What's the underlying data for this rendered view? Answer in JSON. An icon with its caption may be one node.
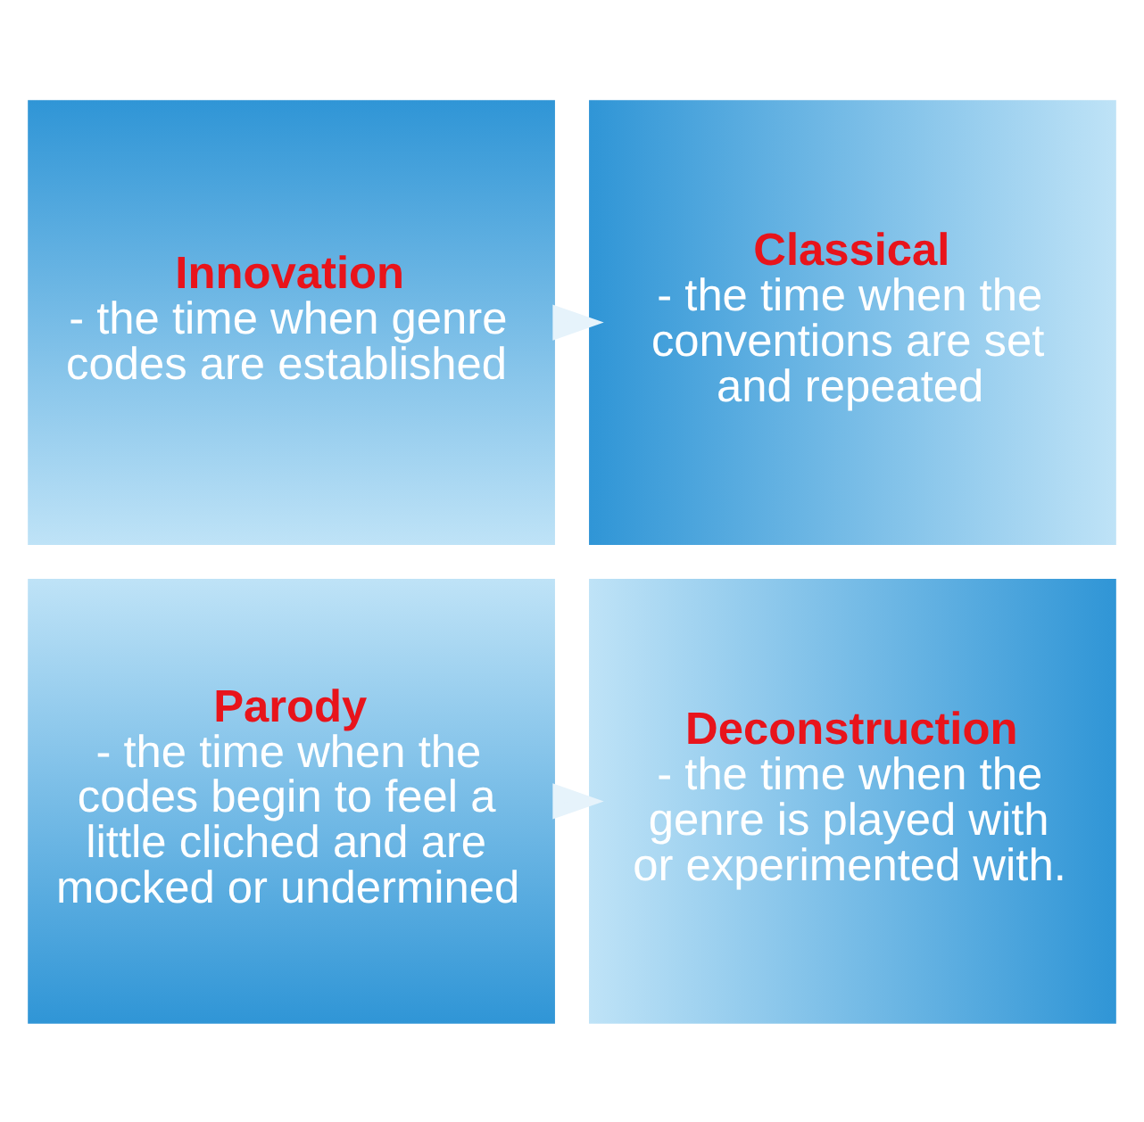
{
  "diagram": {
    "nodes": [
      {
        "text": [
          "Innovation",
          "- the time when genre codes are established"
        ]
      },
      {
        "text": [
          "Classical",
          "- the time when the conventions are set and repeated"
        ]
      },
      {
        "text": [
          "Deconstruction",
          "- the time when the genre is played with or experimented with."
        ]
      },
      {
        "text": [
          "Parody",
          "- the time when the codes begin to feel a little cliched and are mocked or undermined"
        ]
      }
    ],
    "edges": [
      {
        "from": 0,
        "to": 1,
        "arrow": "to",
        "color": "#e6f3fb",
        "style": "thick"
      },
      {
        "from": 3,
        "to": 2,
        "arrow": "to",
        "color": "#e6f3fb",
        "style": "thick"
      }
    ]
  }
}
